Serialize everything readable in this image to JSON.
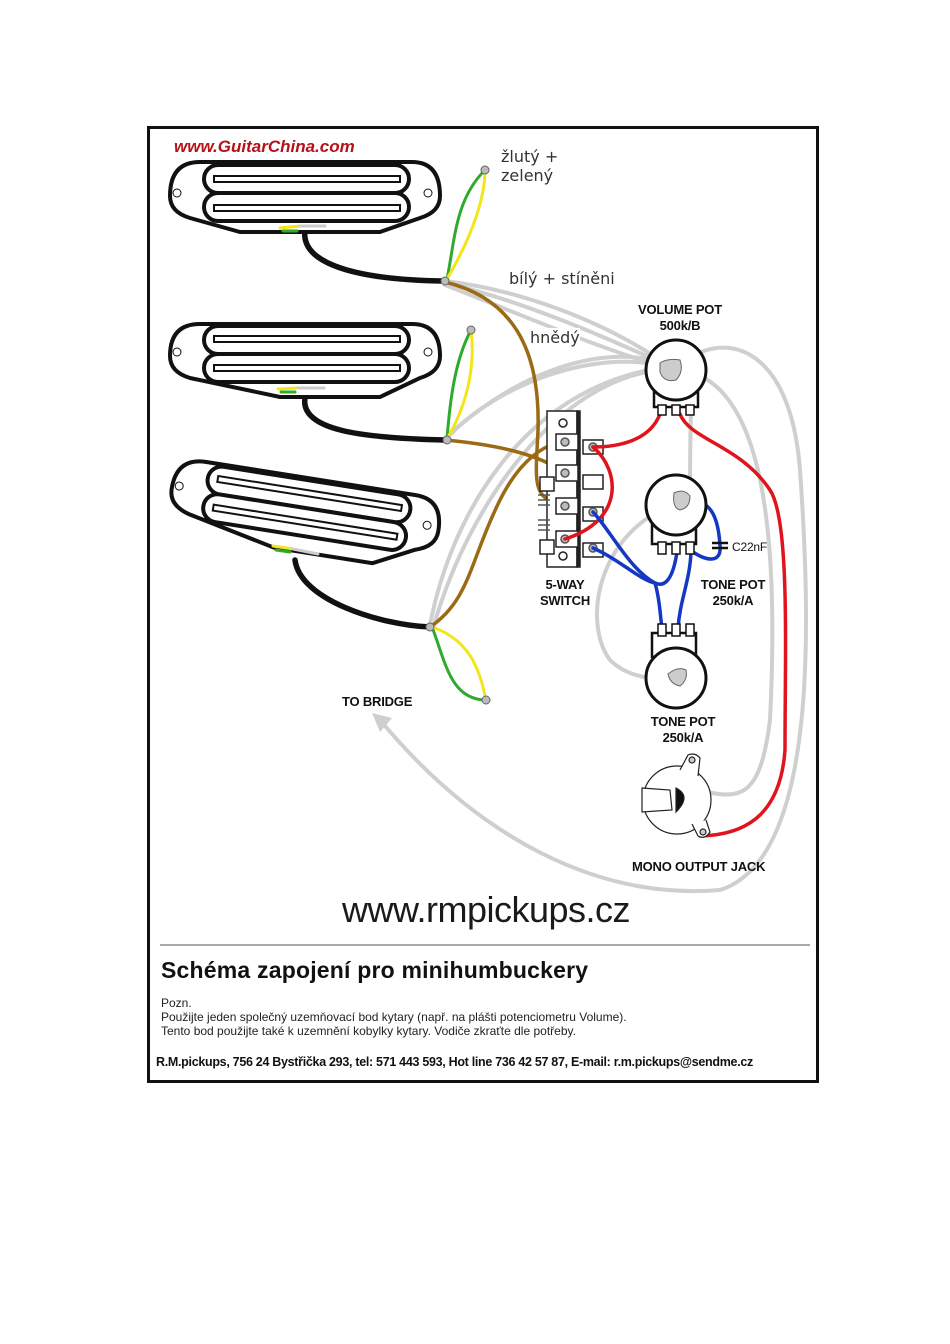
{
  "brand": {
    "top_url": "www.GuitarChina.com",
    "site_url": "www.rmpickups.cz"
  },
  "wire_labels": {
    "yellow_green": [
      "žlutý +",
      "zelený"
    ],
    "white_shield": "bílý + stíněni",
    "brown": "hnědý"
  },
  "components": {
    "volume_pot": {
      "name": "VOLUME POT",
      "value": "500k/B"
    },
    "tone_pot_1": {
      "name": "TONE POT",
      "value": "250k/A"
    },
    "tone_pot_2": {
      "name": "TONE POT",
      "value": "250k/A"
    },
    "capacitor": "C22nF",
    "switch": [
      "5-WAY",
      "SWITCH"
    ],
    "jack": "MONO OUTPUT JACK",
    "bridge": "TO BRIDGE"
  },
  "pickups": [
    "neck",
    "middle",
    "bridge"
  ],
  "wire_colors": {
    "yellow": "#f2e61a",
    "green": "#2eaa2e",
    "brown": "#9a6a14",
    "white": "#cfcfcf",
    "red": "#e0141c",
    "blue": "#1538c4",
    "black": "#111111"
  },
  "caption": {
    "title": "Schéma zapojení pro minihumbuckery",
    "note_head": "Pozn.",
    "note_line1": "Použijte jeden společný uzemňovací bod kytary (např. na plášti potenciometru Volume).",
    "note_line2": "Tento bod použijte také k uzemnění kobylky kytary. Vodiče zkraťte dle potřeby.",
    "footer": "R.M.pickups, 756 24 Bystřička 293, tel: 571 443 593, Hot line 736 42 57 87, E-mail: r.m.pickups@sendme.cz"
  }
}
